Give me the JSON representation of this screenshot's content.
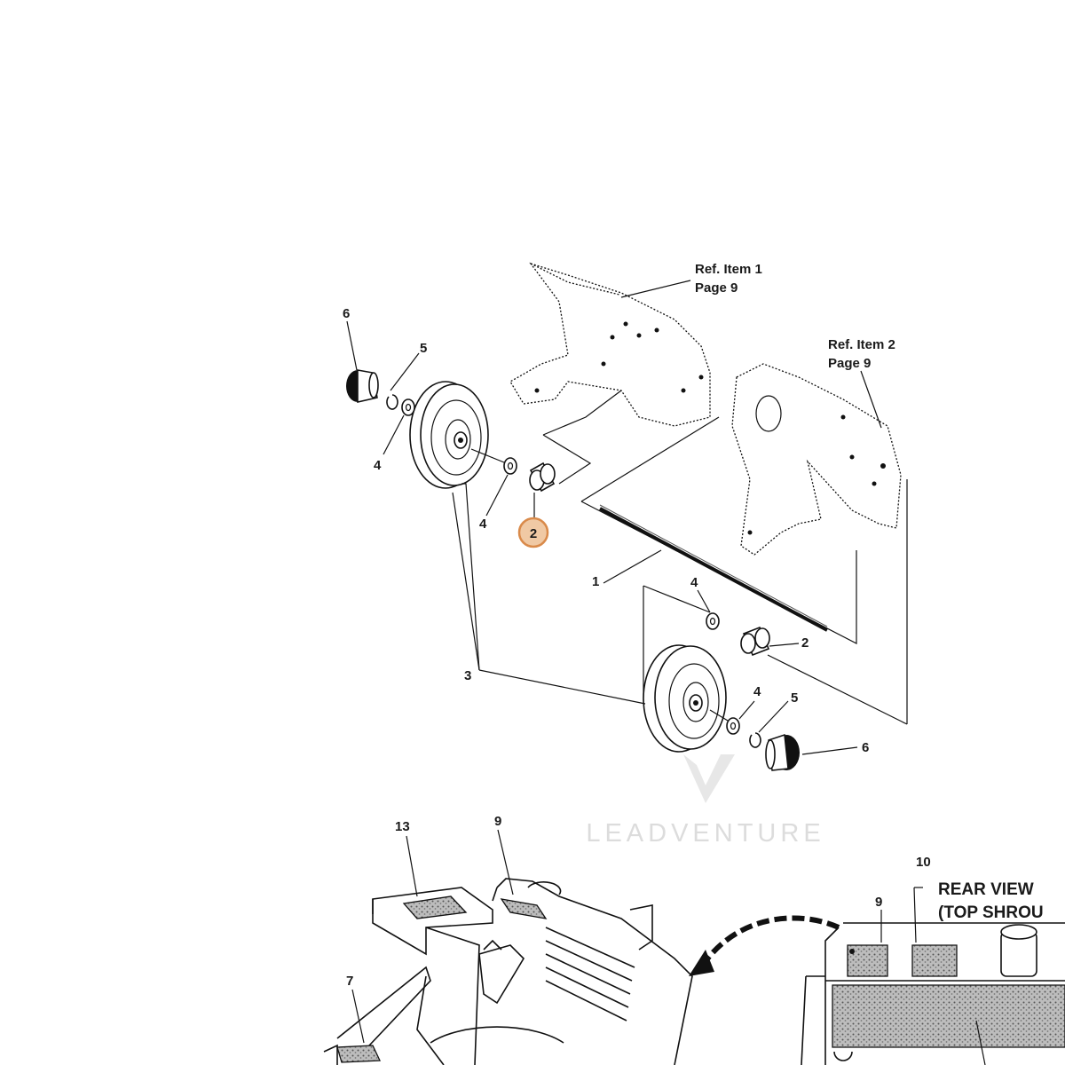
{
  "callouts": {
    "ref1_line1": "Ref. Item 1",
    "ref1_line2": "Page  9",
    "ref2_line1": "Ref. Item 2",
    "ref2_line2": "Page  9",
    "l6a": "6",
    "l5a": "5",
    "l4a": "4",
    "l4b": "4",
    "l2_highlight": "2",
    "l1": "1",
    "l4c": "4",
    "l2b": "2",
    "l3": "3",
    "l4d": "4",
    "l5b": "5",
    "l6b": "6",
    "l13": "13",
    "l9a": "9",
    "l7": "7",
    "l10": "10",
    "l9b": "9"
  },
  "rear_view": {
    "line1": "REAR VIEW",
    "line2": "(TOP SHROU"
  },
  "watermark": "LEADVENTURE",
  "colors": {
    "highlight_fill": "#f0c9a4",
    "highlight_stroke": "#d98a4a"
  }
}
